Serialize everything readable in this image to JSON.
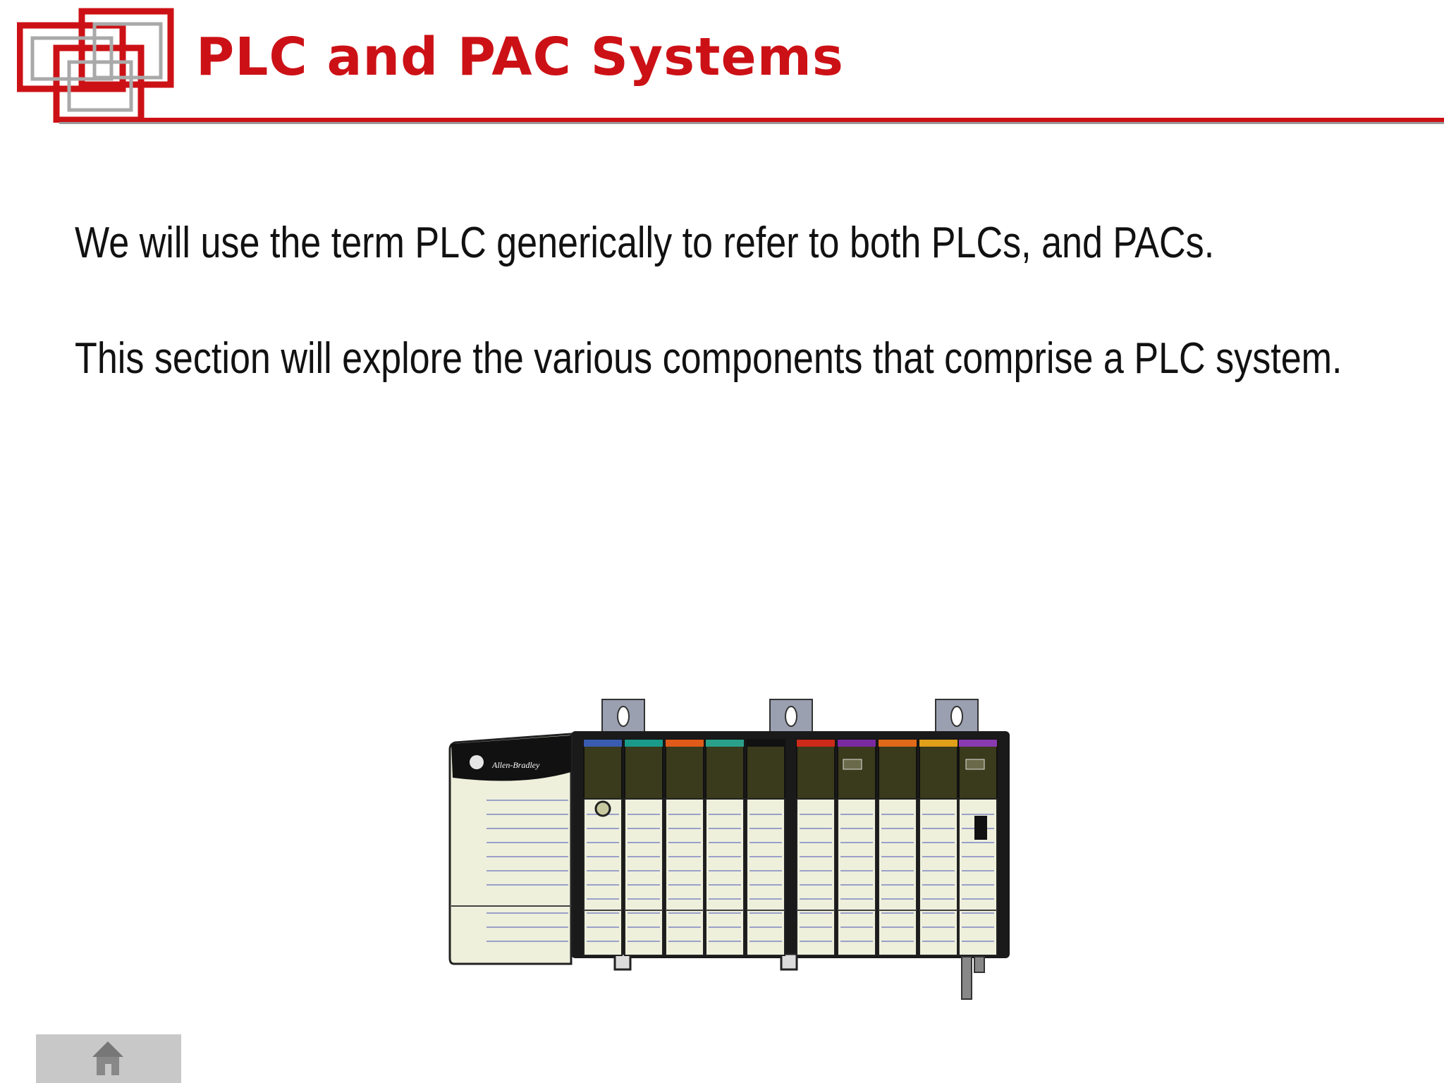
{
  "slide": {
    "title": "PLC and PAC Systems",
    "paragraphs": [
      "We will use the term PLC generically to refer to both PLCs, and PACs.",
      "This section will explore the various components that comprise a PLC system."
    ],
    "figure": {
      "brand_label": "Allen-Bradley",
      "module_count": 10
    },
    "navigation": {
      "home_icon": "home-icon"
    },
    "colors": {
      "accent": "#cc1116",
      "rule_gray": "#9a9a9a",
      "home_button_bg": "#c8c8c8"
    }
  }
}
